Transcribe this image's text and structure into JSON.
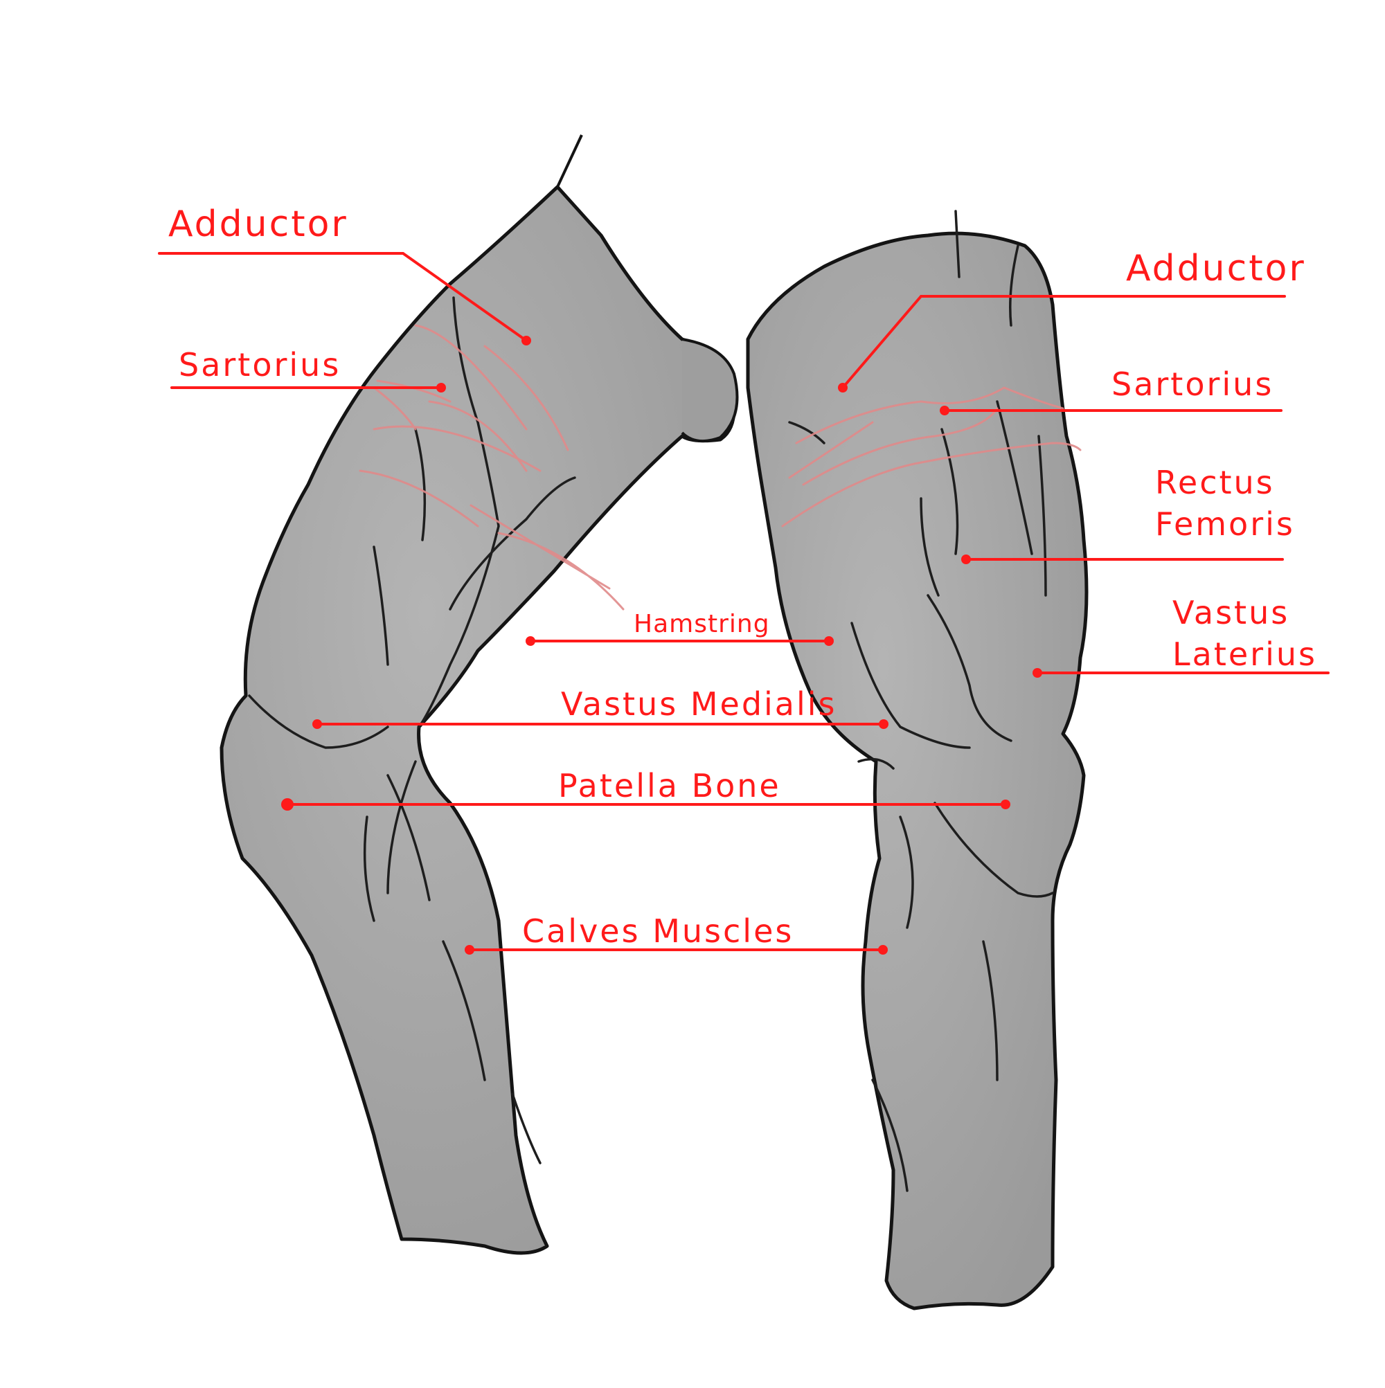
{
  "colors": {
    "annotation": "#ff1a1a",
    "leg_fill": "#a9a9a9",
    "leg_shadow": "#8f8f8f",
    "outline": "#141414",
    "muscle_guides": "#e08a8a",
    "background": "#ffffff"
  },
  "labels": {
    "adductor_left": "Adductor",
    "sartorius_left": "Sartorius",
    "adductor_right": "Adductor",
    "sartorius_right": "Sartorius",
    "rectus_femoris": "Rectus\nFemoris",
    "vastus_laterius": "Vastus\nLaterius",
    "hamstring": "Hamstring",
    "vastus_medialis": "Vastus Medialis",
    "patella_bone": "Patella Bone",
    "calves_muscles": "Calves Muscles"
  }
}
